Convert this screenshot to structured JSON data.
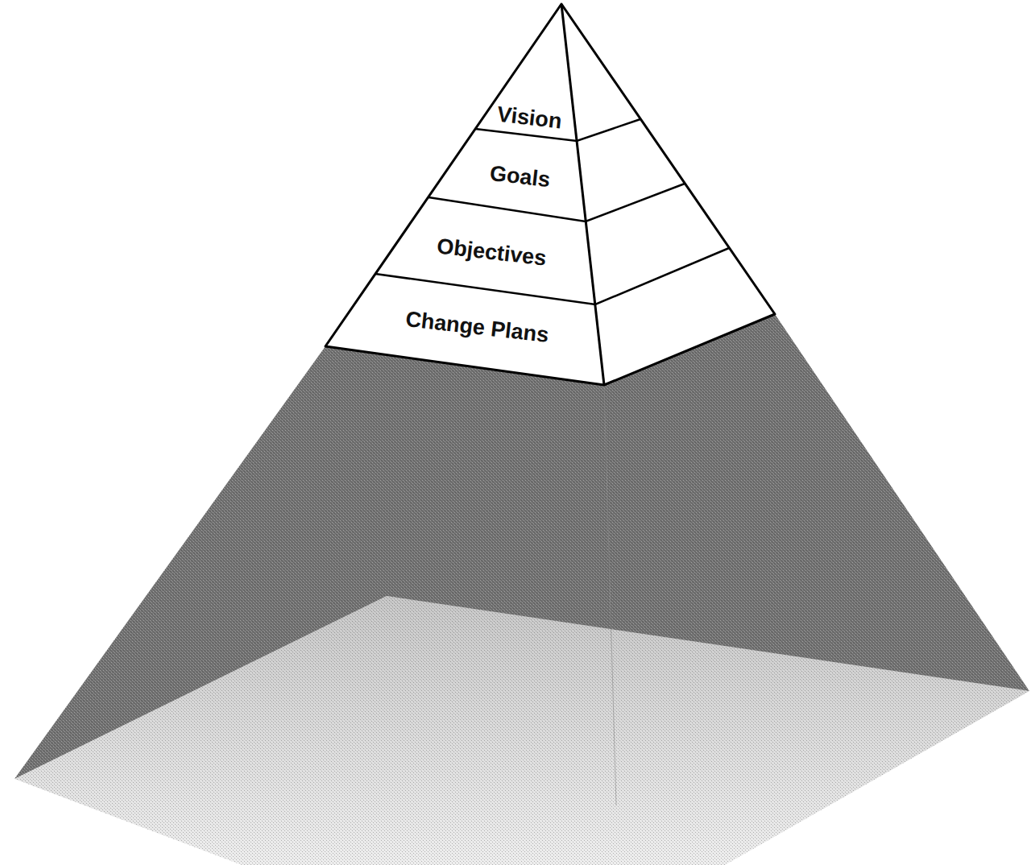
{
  "diagram": {
    "nodes": [
      {
        "text": [
          "Vision"
        ]
      },
      {
        "text": [
          "Goals"
        ]
      },
      {
        "text": [
          "Objectives"
        ]
      },
      {
        "text": [
          "Change Plans"
        ]
      }
    ]
  }
}
